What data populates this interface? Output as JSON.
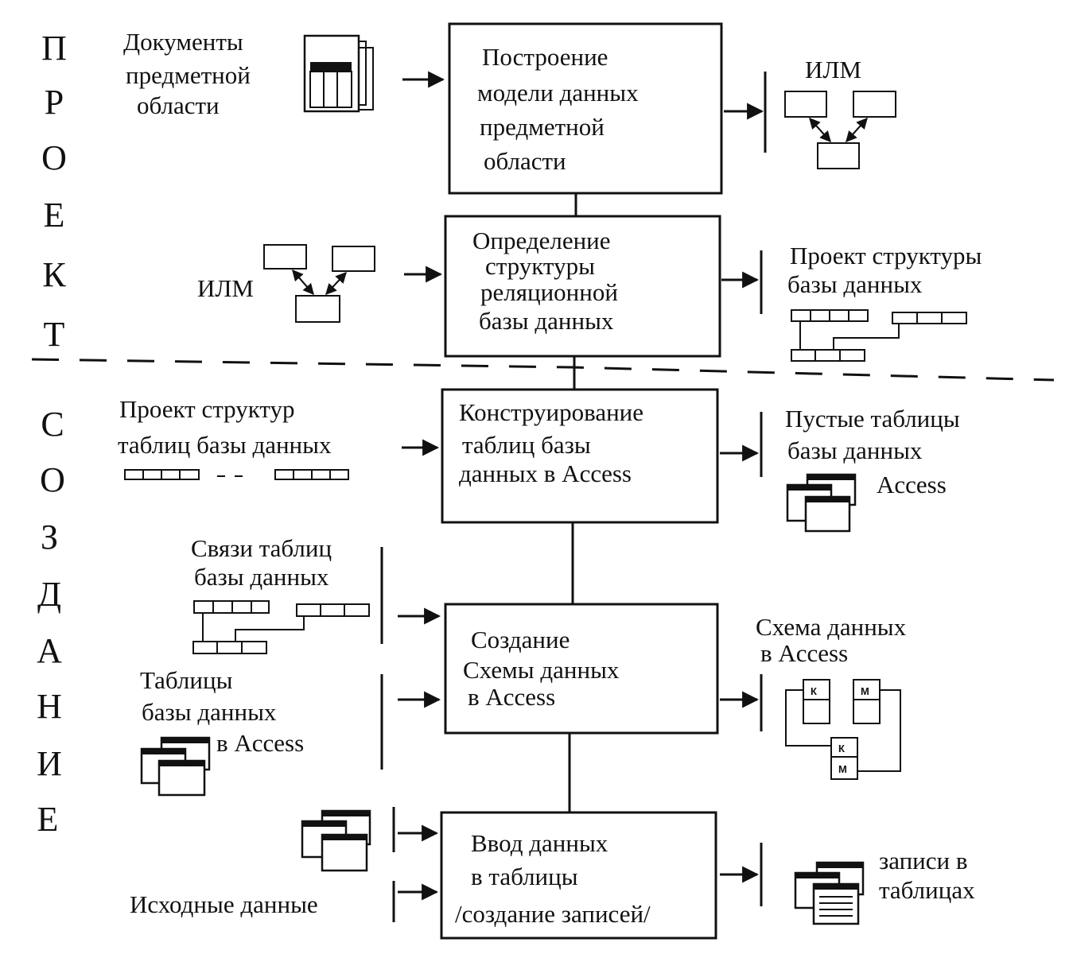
{
  "side": {
    "project_letters": [
      "П",
      "Р",
      "О",
      "Е",
      "К",
      "Т"
    ],
    "create_letters": [
      "С",
      "О",
      "З",
      "Д",
      "А",
      "Н",
      "И",
      "Е"
    ]
  },
  "process_boxes": [
    {
      "lines": [
        "Построение",
        "модели данных",
        "предметной",
        "области"
      ]
    },
    {
      "lines": [
        "Определение",
        "структуры",
        "реляционной",
        "базы данных"
      ]
    },
    {
      "lines": [
        "Конструирование",
        "таблиц   базы",
        "данных в  Access"
      ]
    },
    {
      "lines": [
        "Создание",
        "Схемы данных",
        "в  Access"
      ]
    },
    {
      "lines": [
        "Ввод  данных",
        "в таблицы",
        "/создание записей/"
      ]
    }
  ],
  "inputs": {
    "docs": [
      "Документы",
      "предметной",
      "области"
    ],
    "ilm": "ИЛМ",
    "table_projects": [
      "Проект структур",
      "таблиц базы данных"
    ],
    "relations": [
      "Связи таблиц",
      "базы  данных"
    ],
    "tables": [
      "Таблицы",
      "базы  данных",
      "в  Access"
    ],
    "source_data": "Исходные данные"
  },
  "outputs": {
    "ilm": "ИЛМ",
    "db_structure": [
      "Проект  структуры",
      "базы  данных"
    ],
    "empty_tables": [
      "Пустые таблицы",
      "базы  данных",
      "Access"
    ],
    "schema": [
      "Схема данных",
      "в  Access"
    ],
    "records": [
      "записи в",
      "таблицах"
    ]
  },
  "schema_keys": {
    "key": "К",
    "many": "М"
  }
}
